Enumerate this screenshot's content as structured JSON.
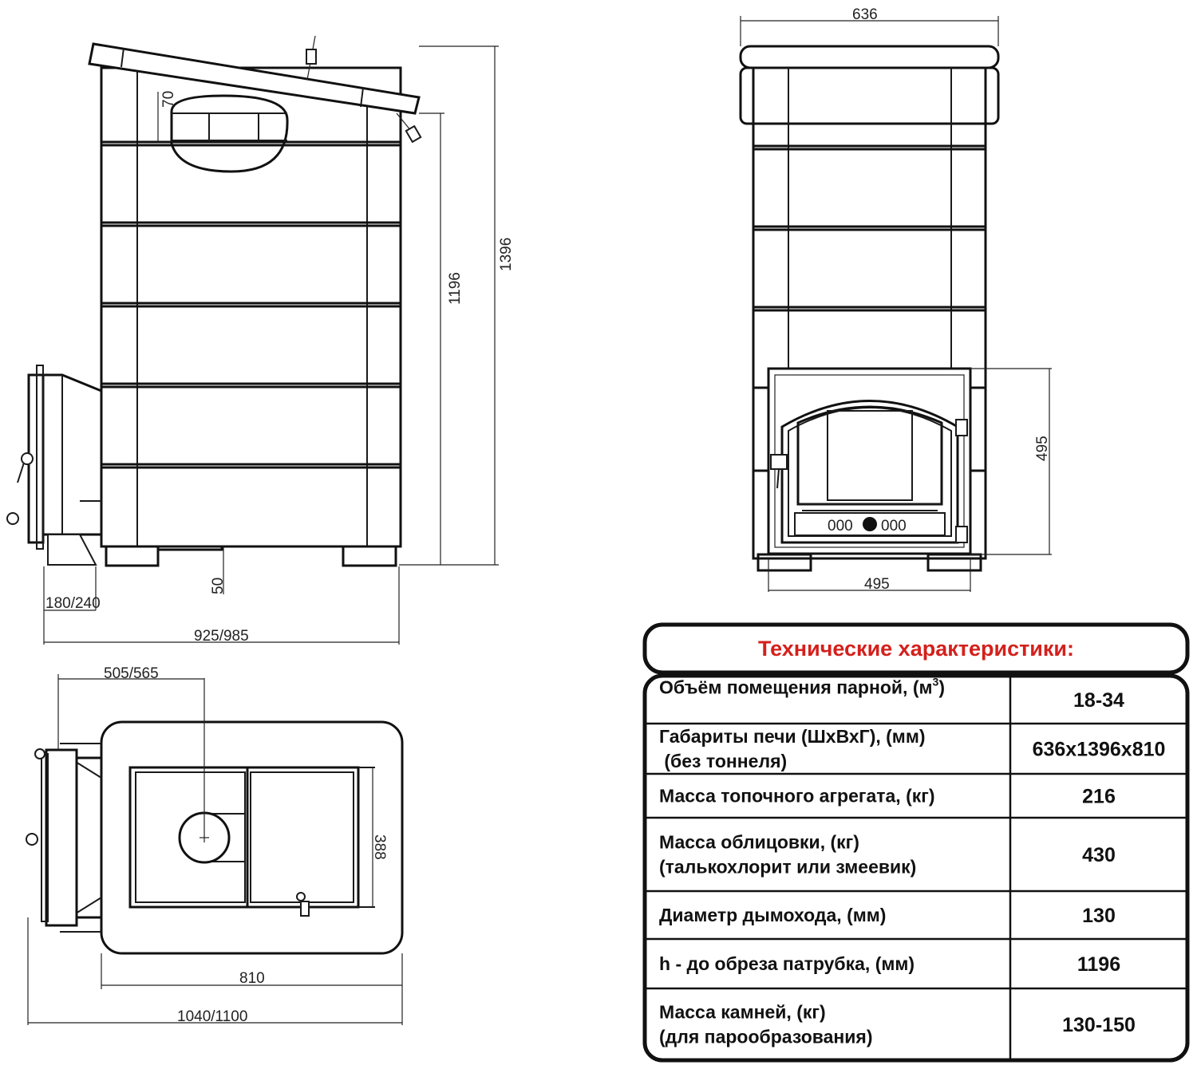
{
  "dimensions": {
    "side_total_height": "1396",
    "side_pipe_height": "1196",
    "side_top_offset": "70",
    "side_leg_height": "50",
    "side_tunnel": "180/240",
    "side_total_depth": "925/985",
    "front_width": "636",
    "front_door_height": "495",
    "front_door_width": "495",
    "plan_pipe_offset": "505/565",
    "plan_inner_width": "388",
    "plan_depth": "810",
    "plan_total_depth": "1040/1100",
    "door_vents": "000",
    "door_vents_right": "000"
  },
  "specs": {
    "title": "Технические характеристики:",
    "rows": [
      {
        "label": [
          "Объём помещения парной, (м",
          ")"
        ],
        "label_sup": "3",
        "value": "18-34"
      },
      {
        "label": [
          "Габариты печи (ШхВхГ), (мм)",
          " (без тоннеля)"
        ],
        "value": "636х1396х810"
      },
      {
        "label": [
          "Масса топочного агрегата, (кг)"
        ],
        "value": "216"
      },
      {
        "label": [
          "Масса облицовки, (кг)",
          "(талькохлорит или змеевик)"
        ],
        "value": "430"
      },
      {
        "label": [
          "Диаметр дымохода, (мм)"
        ],
        "value": "130"
      },
      {
        "label": [
          "h - до обреза патрубка, (мм)"
        ],
        "value": "1196"
      },
      {
        "label": [
          "Масса камней, (кг)",
          "(для парообразования)"
        ],
        "value": "130-150"
      }
    ]
  }
}
